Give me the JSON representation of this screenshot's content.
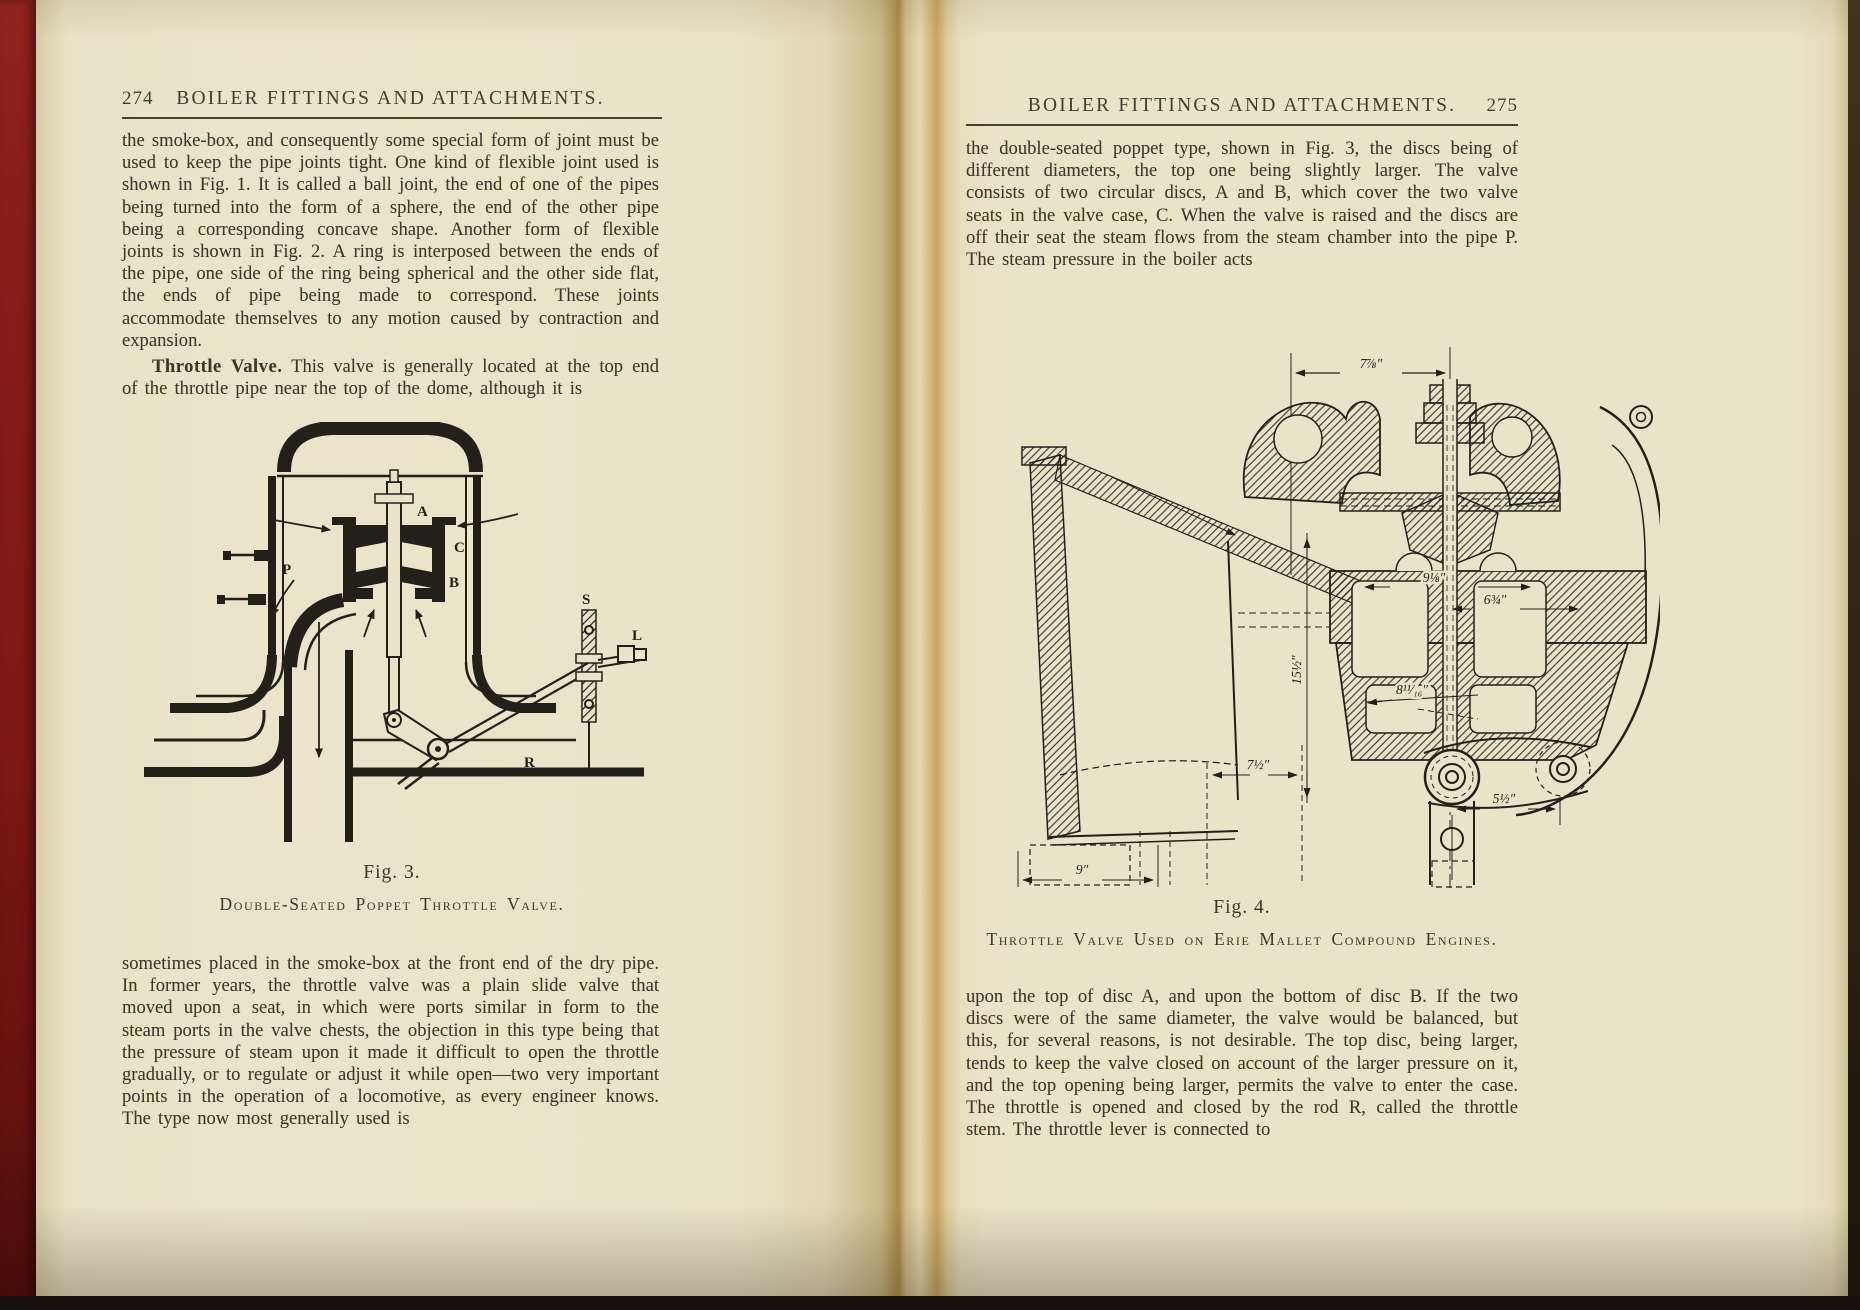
{
  "palette": {
    "paper": "#ebe3c8",
    "ink": "#23201a",
    "cover_red": "#7d1a15",
    "text": "#3c372c"
  },
  "left_page": {
    "page_number": "274",
    "running_head": "BOILER FITTINGS AND ATTACHMENTS.",
    "paragraphs": {
      "p1": "the smoke-box, and consequently some special form of joint must be used to keep the pipe joints tight. One kind of flexible joint used is shown in Fig. 1. It is called a ball joint, the end of one of the pipes being turned into the form of a sphere, the end of the other pipe being a corresponding concave shape. Another form of flexible joints is shown in Fig. 2. A ring is interposed between the ends of the pipe, one side of the ring being spherical and the other side flat, the ends of pipe being made to correspond. These joints accommodate themselves to any motion caused by contraction and expansion.",
      "p2_lead": "Throttle Valve.",
      "p2_body": "This valve is generally located at the top end of the throttle pipe near the top of the dome, although it is",
      "p3": "sometimes placed in the smoke-box at the front end of the dry pipe. In former years, the throttle valve was a plain slide valve that moved upon a seat, in which were ports similar in form to the steam ports in the valve chests, the objection in this type being that the pressure of steam upon it made it difficult to open the throttle gradually, or to regulate or adjust it while open—two very important points in the operation of a locomotive, as every engineer knows. The type now most generally used is"
    },
    "figure3": {
      "number": "Fig. 3.",
      "caption": "Double-Seated Poppet Throttle Valve.",
      "labels": {
        "A": "A",
        "B": "B",
        "C": "C",
        "P": "P",
        "R": "R",
        "S": "S",
        "L": "L"
      }
    }
  },
  "right_page": {
    "page_number": "275",
    "running_head": "BOILER FITTINGS AND ATTACHMENTS.",
    "paragraphs": {
      "p1": "the double-seated poppet type, shown in Fig. 3, the discs being of different diameters, the top one being slightly larger. The valve consists of two circular discs, A and B, which cover the two valve seats in the valve case, C. When the valve is raised and the discs are off their seat the steam flows from the steam chamber into the pipe P. The steam pressure in the boiler acts",
      "p2": "upon the top of disc A, and upon the bottom of disc B. If the two discs were of the same diameter, the valve would be balanced, but this, for several reasons, is not desirable. The top disc, being larger, tends to keep the valve closed on account of the larger pressure on it, and the top opening being larger, permits the valve to enter the case. The throttle is opened and closed by the rod R, called the throttle stem. The throttle lever is connected to"
    },
    "figure4": {
      "number": "Fig. 4.",
      "caption": "Throttle Valve Used on Erie Mallet Compound Engines.",
      "dimensions": {
        "top_width": "7⅞″",
        "upper_disc": "9⅛″",
        "lower_disc": "6¾″",
        "body_height": "15½″",
        "case_width": "8¹¹⁄₁₆″",
        "pipe_width": "7½″",
        "eye_spacing": "5½″",
        "base_width": "9″"
      }
    }
  }
}
